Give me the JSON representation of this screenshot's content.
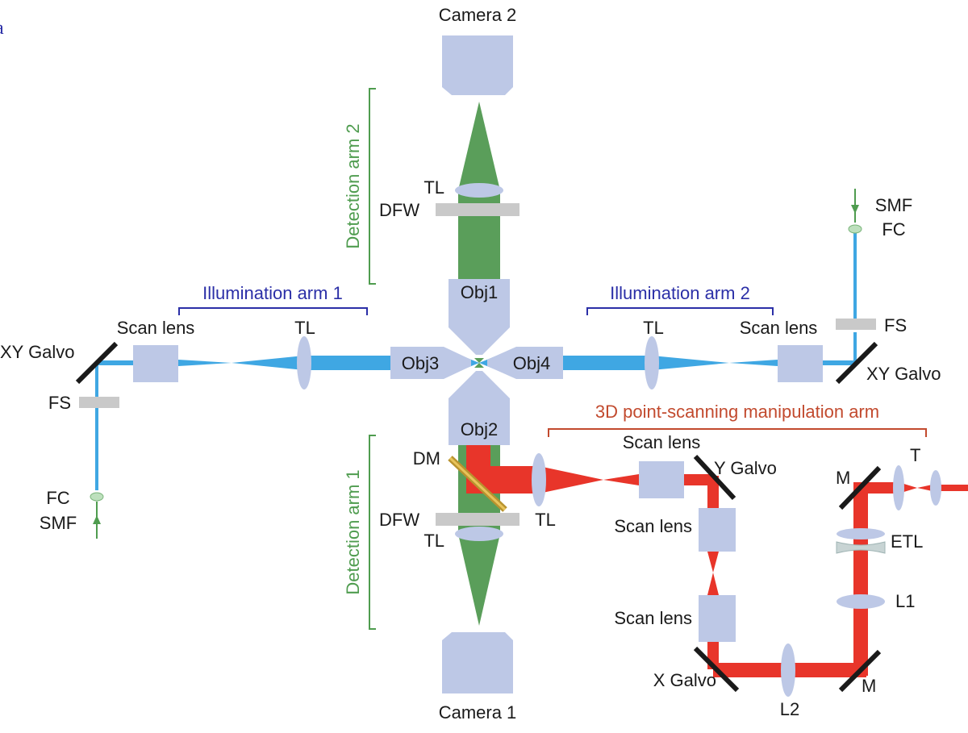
{
  "panel_letter": "a",
  "colors": {
    "illumination_beam": "#3fa7e3",
    "detection_beam": "#5a9e5a",
    "manipulation_beam": "#e8352a",
    "optic_fill": "#bdc8e6",
    "filter_fill": "#c9c9c9",
    "mirror": "#1a1a1a",
    "detection_label": "#4f9c4f",
    "illumination_label": "#2b2fa7",
    "manipulation_label": "#c24a2e"
  },
  "labels": {
    "camera2": "Camera 2",
    "camera1": "Camera 1",
    "detection_arm_2": "Detection arm 2",
    "detection_arm_1": "Detection arm 1",
    "illumination_arm_1": "Illumination arm 1",
    "illumination_arm_2": "Illumination arm 2",
    "manipulation_arm": "3D point-scanning manipulation arm",
    "tl": "TL",
    "dfw": "DFW",
    "obj1": "Obj1",
    "obj2": "Obj2",
    "obj3": "Obj3",
    "obj4": "Obj4",
    "scan_lens": "Scan lens",
    "xy_galvo": "XY Galvo",
    "fs": "FS",
    "fc": "FC",
    "smf": "SMF",
    "dm": "DM",
    "y_galvo": "Y Galvo",
    "x_galvo": "X Galvo",
    "m": "M",
    "t": "T",
    "etl": "ETL",
    "l1": "L1",
    "l2": "L2"
  }
}
